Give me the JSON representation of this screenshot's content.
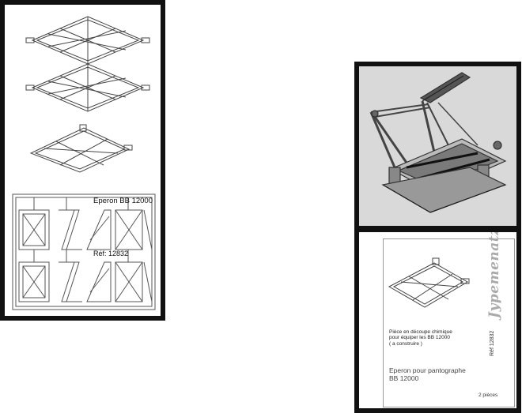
{
  "sheet": {
    "product_label": "Eperon BB 12000",
    "reference_label": "Réf: 12832"
  },
  "card": {
    "description": "Pièce en découpe chimique\npour équiper les BB 12000\n( a construire )",
    "title": "Eperon pour pantographe\nBB 12000",
    "reference": "Réf 12832",
    "quantity": "2 pièces",
    "brand": "Jypemenatzi"
  },
  "icons": [
    "pantograph-diagram",
    "etched-frame-part",
    "etched-fret-sheet"
  ],
  "colors": {
    "border": "#111111",
    "photo_background": "#d9d9d9"
  }
}
